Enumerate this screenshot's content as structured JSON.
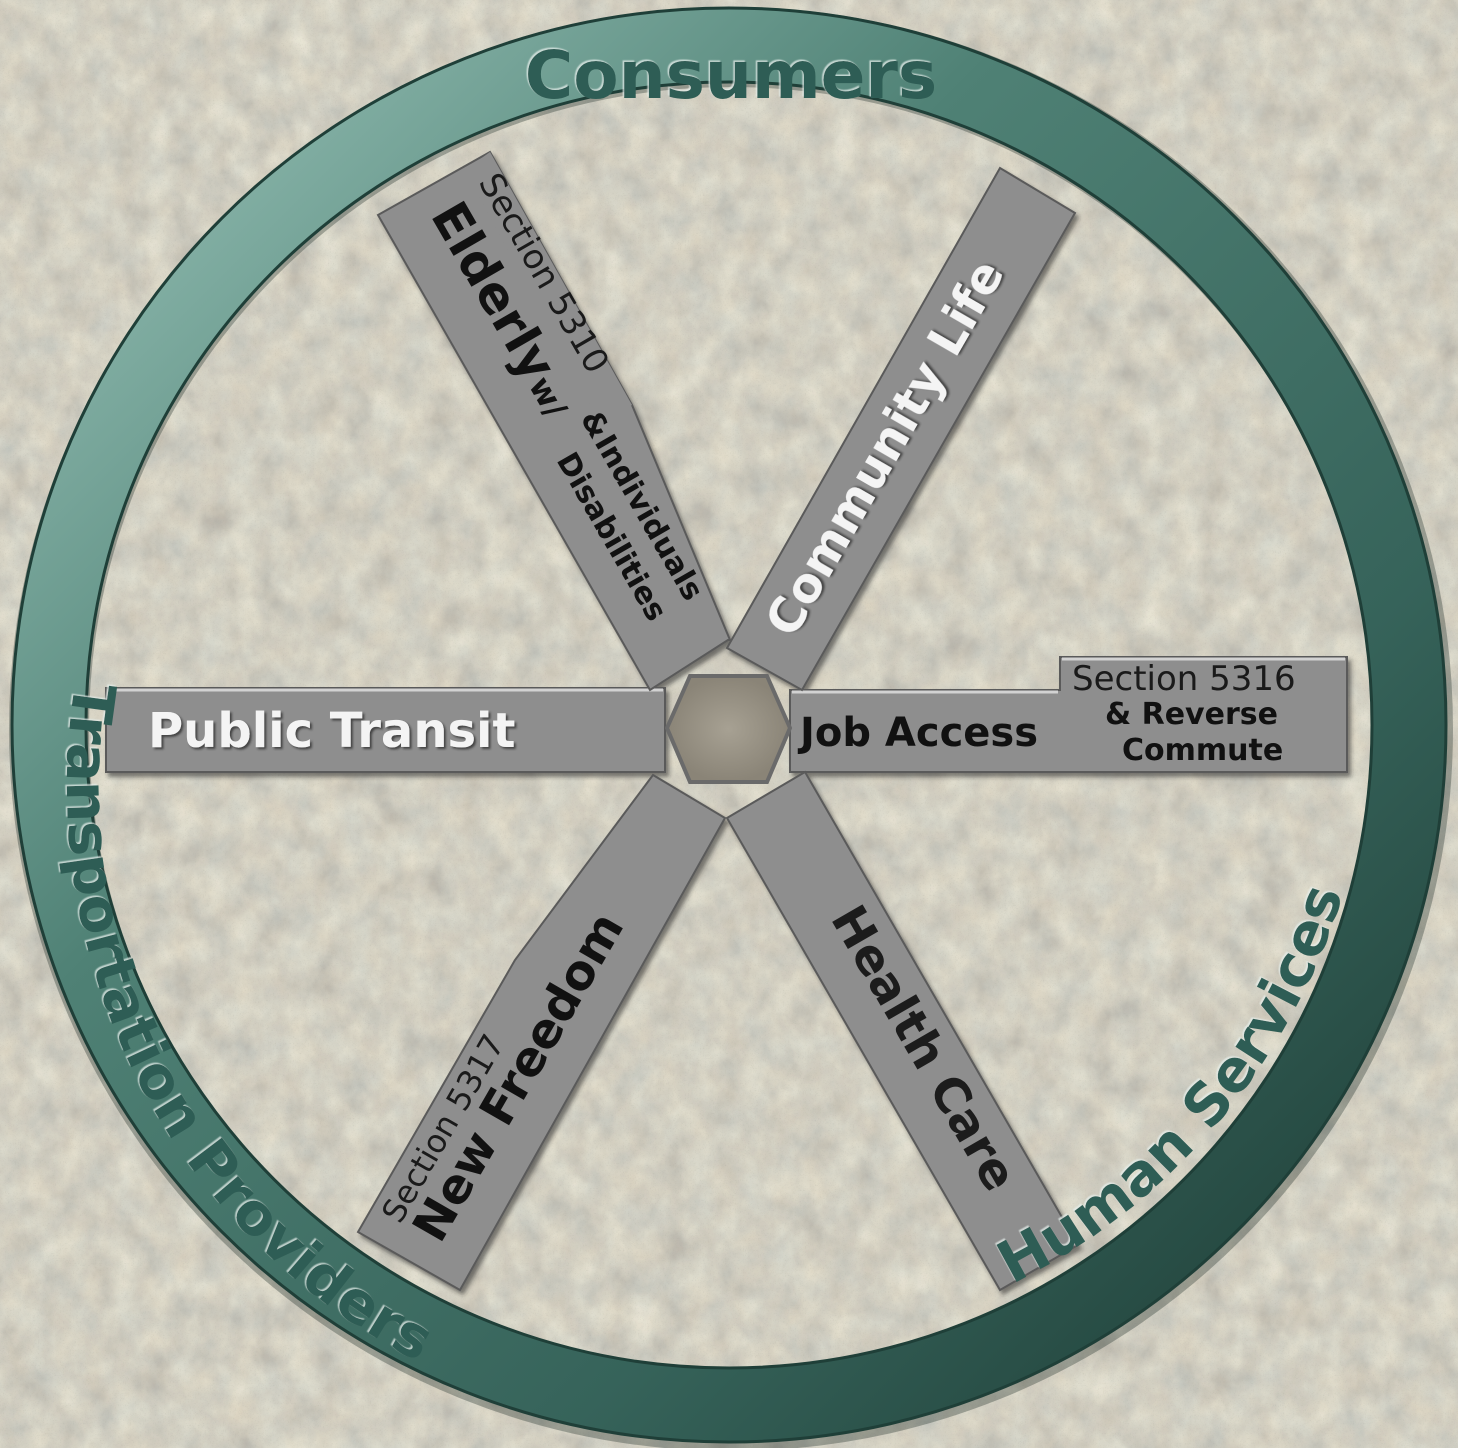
{
  "rim": {
    "top": "Consumers",
    "right": "Human Services",
    "left": "Transportation Providers"
  },
  "spokes": {
    "elderly": {
      "section": "Section 5310",
      "title": "Elderly",
      "connector": "w/",
      "amp": "&",
      "line1": "Individuals",
      "line2": "Disabilities"
    },
    "community_life": {
      "title": "Community Life"
    },
    "public_transit": {
      "title": "Public Transit"
    },
    "job_access": {
      "section": "Section 5316",
      "title": "Job Access",
      "line1": "& Reverse",
      "line2": "Commute"
    },
    "new_freedom": {
      "section": "Section 5317",
      "title": "New Freedom"
    },
    "health_care": {
      "title": "Health Care"
    }
  },
  "colors": {
    "rim": "#3f6f64",
    "rim_light": "#8fb8ad",
    "rim_dark": "#1f3f38",
    "rim_text": "#2f5d54",
    "spoke": "#8e8e8e",
    "spoke_edge_light": "#d2d2d2",
    "spoke_edge_dark": "#4a4a4a",
    "background": "#9a9388"
  }
}
